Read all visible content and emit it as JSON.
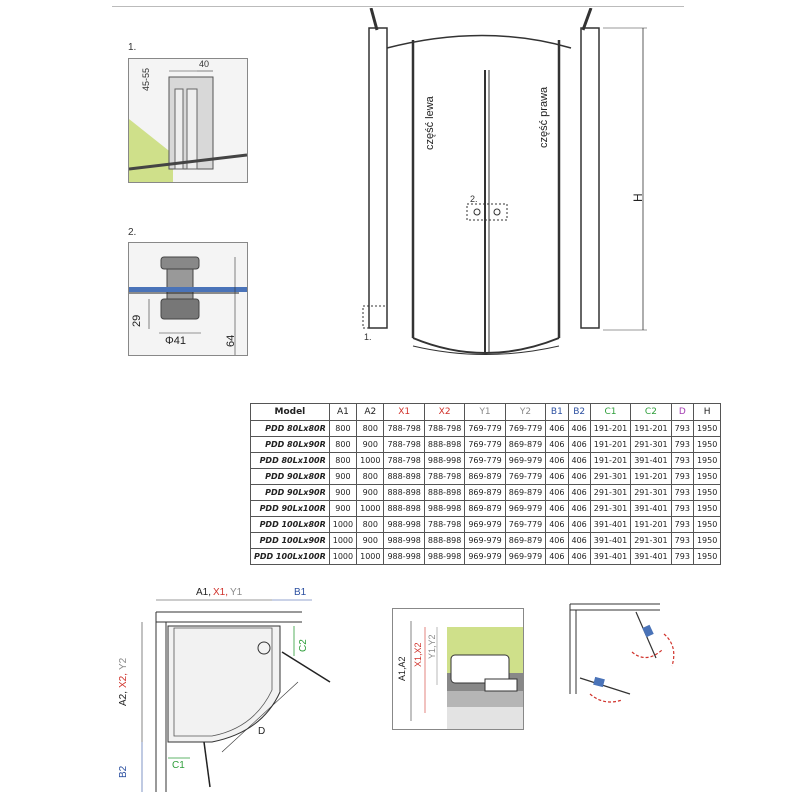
{
  "detail1": {
    "number": "1.",
    "dim_a": "45-55",
    "dim_b": "40"
  },
  "detail2": {
    "number": "2.",
    "dim_height": "29",
    "dim_diameter": "Φ41",
    "dim_total": "64"
  },
  "front_view": {
    "left_part_label": "część lewa",
    "right_part_label": "część prawa",
    "height_label": "H",
    "callout_1": "1.",
    "callout_2": "2."
  },
  "table": {
    "headers": [
      {
        "text": "Model",
        "color": "#222222"
      },
      {
        "text": "A1",
        "color": "#222222"
      },
      {
        "text": "A2",
        "color": "#222222"
      },
      {
        "text": "X1",
        "color": "#d0322b"
      },
      {
        "text": "X2",
        "color": "#d0322b"
      },
      {
        "text": "Y1",
        "color": "#8a8a8a"
      },
      {
        "text": "Y2",
        "color": "#8a8a8a"
      },
      {
        "text": "B1",
        "color": "#2b4fa0"
      },
      {
        "text": "B2",
        "color": "#2b4fa0"
      },
      {
        "text": "C1",
        "color": "#2e9e3a"
      },
      {
        "text": "C2",
        "color": "#2e9e3a"
      },
      {
        "text": "D",
        "color": "#a23ab0"
      },
      {
        "text": "H",
        "color": "#222222"
      }
    ],
    "rows": [
      [
        "PDD 80Lx80R",
        "800",
        "800",
        "788-798",
        "788-798",
        "769-779",
        "769-779",
        "406",
        "406",
        "191-201",
        "191-201",
        "793",
        "1950"
      ],
      [
        "PDD 80Lx90R",
        "800",
        "900",
        "788-798",
        "888-898",
        "769-779",
        "869-879",
        "406",
        "406",
        "191-201",
        "291-301",
        "793",
        "1950"
      ],
      [
        "PDD 80Lx100R",
        "800",
        "1000",
        "788-798",
        "988-998",
        "769-779",
        "969-979",
        "406",
        "406",
        "191-201",
        "391-401",
        "793",
        "1950"
      ],
      [
        "PDD 90Lx80R",
        "900",
        "800",
        "888-898",
        "788-798",
        "869-879",
        "769-779",
        "406",
        "406",
        "291-301",
        "191-201",
        "793",
        "1950"
      ],
      [
        "PDD 90Lx90R",
        "900",
        "900",
        "888-898",
        "888-898",
        "869-879",
        "869-879",
        "406",
        "406",
        "291-301",
        "291-301",
        "793",
        "1950"
      ],
      [
        "PDD 90Lx100R",
        "900",
        "1000",
        "888-898",
        "988-998",
        "869-879",
        "969-979",
        "406",
        "406",
        "291-301",
        "391-401",
        "793",
        "1950"
      ],
      [
        "PDD 100Lx80R",
        "1000",
        "800",
        "988-998",
        "788-798",
        "969-979",
        "769-779",
        "406",
        "406",
        "391-401",
        "191-201",
        "793",
        "1950"
      ],
      [
        "PDD 100Lx90R",
        "1000",
        "900",
        "988-998",
        "888-898",
        "969-979",
        "869-879",
        "406",
        "406",
        "391-401",
        "291-301",
        "793",
        "1950"
      ],
      [
        "PDD 100Lx100R",
        "1000",
        "1000",
        "988-998",
        "988-998",
        "969-979",
        "969-979",
        "406",
        "406",
        "391-401",
        "391-401",
        "793",
        "1950"
      ]
    ]
  },
  "plan_view": {
    "top_label_a": "A1,",
    "top_label_x": "X1,",
    "top_label_y": "Y1",
    "top_label_b": "B1",
    "side_label_a": "A2,",
    "side_label_x": "X2,",
    "side_label_y": "Y2",
    "side_label_b": "B2",
    "label_c1": "C1",
    "label_c2": "C2",
    "label_d": "D"
  },
  "section_view": {
    "label_a": "A1,A2",
    "label_x": "X1,X2",
    "label_y": "Y1,Y2"
  },
  "colors": {
    "red": "#d0322b",
    "blue": "#2b4fa0",
    "green": "#2e9e3a",
    "grey": "#8a8a8a",
    "purple": "#a23ab0",
    "glass": "#c8d88a"
  }
}
